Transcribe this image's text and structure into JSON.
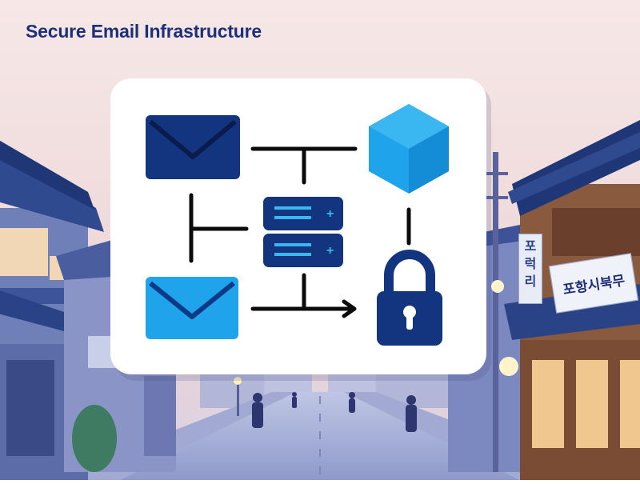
{
  "title": "Secure Email Infrastructure",
  "signs": {
    "vertical": "포\n럭\n리",
    "horizontal": "포항시북무"
  },
  "colors": {
    "sky_top": "#f5e6e6",
    "sky_bottom": "#e9d2d4",
    "navy": "#13357f",
    "azure": "#1fa3ea",
    "card": "#ffffff"
  },
  "icons": [
    "envelope-navy-icon",
    "envelope-light-icon",
    "hexagon-cube-icon",
    "server-stack-icon",
    "padlock-icon",
    "arrow-right-icon"
  ]
}
